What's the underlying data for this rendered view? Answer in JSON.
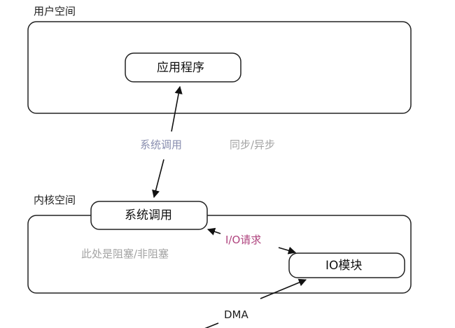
{
  "regions": {
    "user_space": "用户空间",
    "kernel_space": "内核空间"
  },
  "nodes": {
    "application": "应用程序",
    "syscall": "系统调用",
    "io_module": "IO模块"
  },
  "annotations": {
    "syscall_edge": "系统调用",
    "sync_async": "同步/异步",
    "blocking": "此处是阻塞/非阻塞",
    "io_request": "I/O请求",
    "dma": "DMA"
  },
  "colors": {
    "syscall_edge": "#8a8fb0",
    "sync_async": "#a3a3a3",
    "blocking": "#a3a3a3",
    "io_request": "#b0457f",
    "dma": "#222222"
  }
}
